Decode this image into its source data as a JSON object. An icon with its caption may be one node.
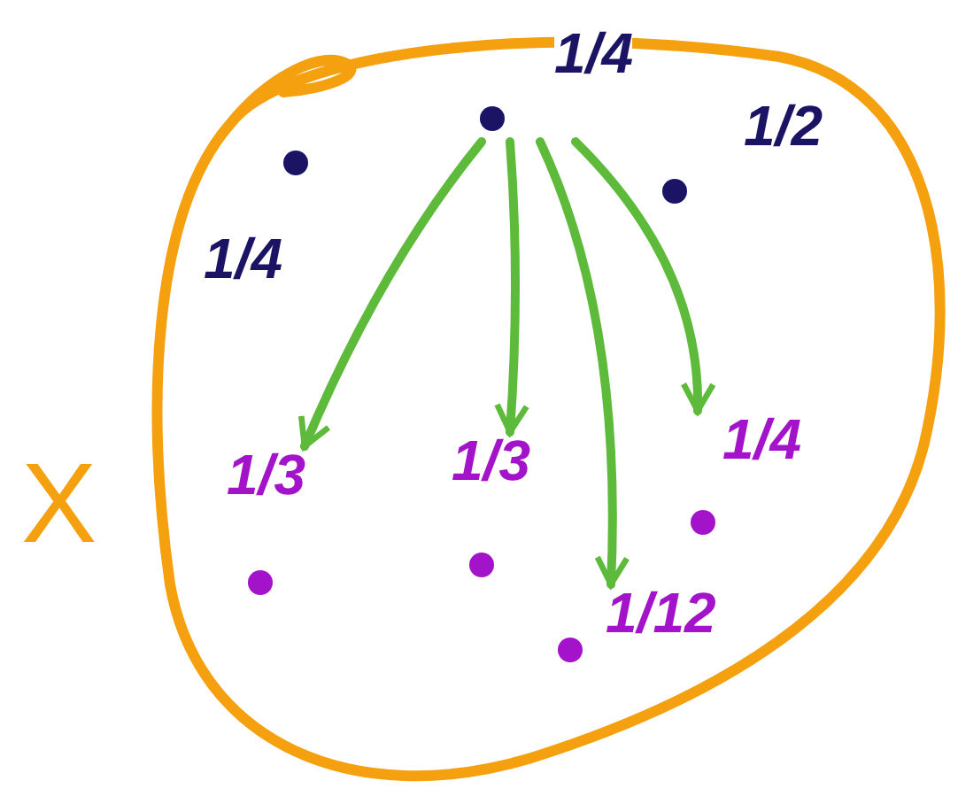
{
  "diagram": {
    "nodes": [
      {
        "text": [
          "X"
        ]
      },
      {
        "text": [
          "1/4"
        ],
        "in": 0
      },
      {
        "text": [
          "1/4"
        ],
        "in": 0
      },
      {
        "text": [
          "1/2"
        ],
        "in": 0
      },
      {
        "text": [
          "1/3"
        ],
        "in": 0
      },
      {
        "text": [
          "1/3"
        ],
        "in": 0
      },
      {
        "text": [
          "1/12"
        ],
        "in": 0
      },
      {
        "text": [
          "1/4"
        ],
        "in": 0
      }
    ],
    "edges": [
      {
        "from": 2,
        "to": 4,
        "arrow": "to"
      },
      {
        "from": 2,
        "to": 5,
        "arrow": "to"
      },
      {
        "from": 2,
        "to": 6,
        "arrow": "to"
      },
      {
        "from": 2,
        "to": 7,
        "arrow": "to"
      }
    ]
  }
}
